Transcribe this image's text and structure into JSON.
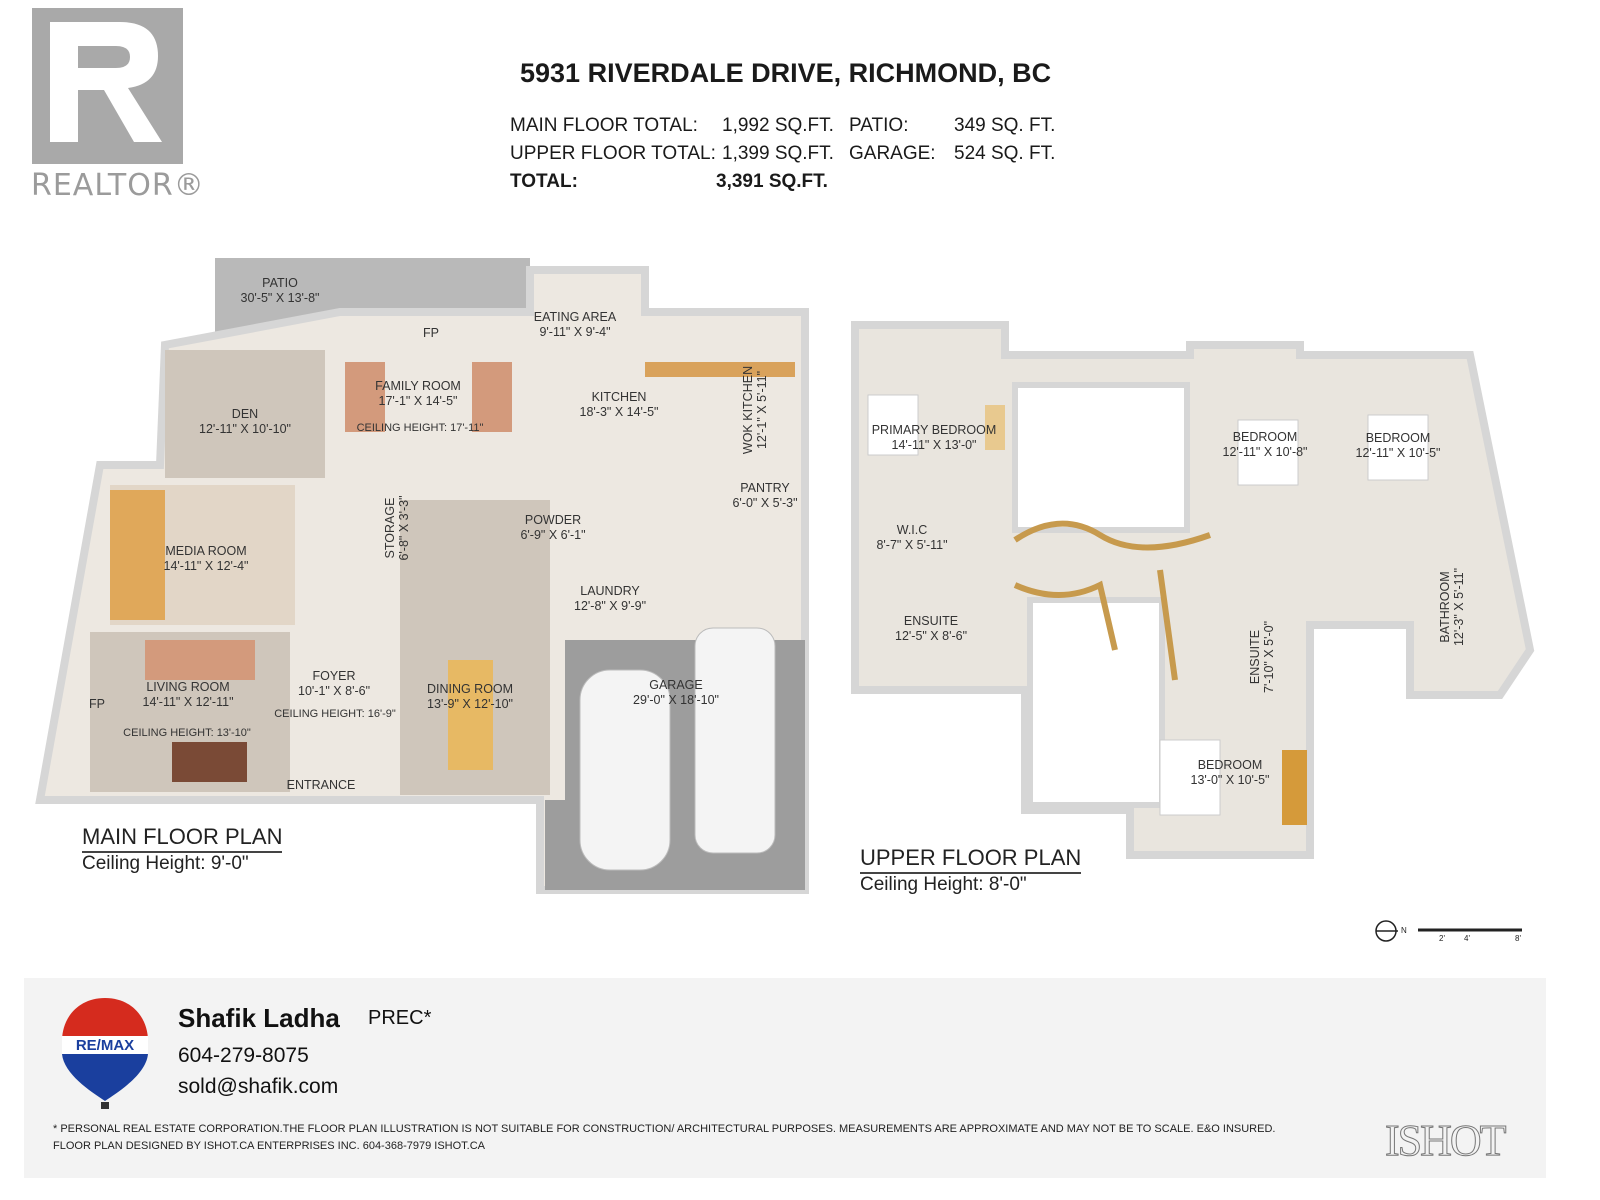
{
  "logo": {
    "realtor_text": "REALTOR®",
    "brand_color": "#a9a9a9"
  },
  "header": {
    "title": "5931 RIVERDALE DRIVE, RICHMOND, BC",
    "stats": [
      {
        "label": "MAIN FLOOR TOTAL:",
        "value": "1,992 SQ.FT."
      },
      {
        "label": "UPPER FLOOR TOTAL:",
        "value": "1,399 SQ.FT."
      },
      {
        "label": "TOTAL:",
        "value": "3,391 SQ.FT."
      },
      {
        "label": "PATIO:",
        "value": "349 SQ. FT."
      },
      {
        "label": "GARAGE:",
        "value": "524 SQ. FT."
      }
    ]
  },
  "main_floor": {
    "title": "MAIN FLOOR PLAN",
    "ceiling": "Ceiling Height: 9'-0\"",
    "rooms": [
      {
        "name": "PATIO",
        "dims": "30'-5\" X 13'-8\""
      },
      {
        "name": "FP"
      },
      {
        "name": "EATING AREA",
        "dims": "9'-11\" X 9'-4\""
      },
      {
        "name": "FAMILY ROOM",
        "dims": "17'-1\" X 14'-5\"",
        "ceiling": "CEILING HEIGHT: 17'-11\""
      },
      {
        "name": "KITCHEN",
        "dims": "18'-3\" X 14'-5\""
      },
      {
        "name": "WOK KITCHEN",
        "dims": "12'-1\" X 5'-11\""
      },
      {
        "name": "DEN",
        "dims": "12'-11\" X 10'-10\""
      },
      {
        "name": "PANTRY",
        "dims": "6'-0\" X 5'-3\""
      },
      {
        "name": "STORAGE",
        "dims": "6'-8\" X 3'-3\""
      },
      {
        "name": "POWDER",
        "dims": "6'-9\" X 6'-1\""
      },
      {
        "name": "MEDIA ROOM",
        "dims": "14'-11\" X 12'-4\""
      },
      {
        "name": "LAUNDRY",
        "dims": "12'-8\" X 9'-9\""
      },
      {
        "name": "FOYER",
        "dims": "10'-1\" X 8'-6\"",
        "ceiling": "CEILING HEIGHT: 16'-9\""
      },
      {
        "name": "LIVING ROOM",
        "dims": "14'-11\" X 12'-11\"",
        "ceiling": "CEILING HEIGHT: 13'-10\""
      },
      {
        "name": "FP"
      },
      {
        "name": "DINING ROOM",
        "dims": "13'-9\" X 12'-10\""
      },
      {
        "name": "GARAGE",
        "dims": "29'-0\" X 18'-10\""
      },
      {
        "name": "ENTRANCE"
      }
    ]
  },
  "upper_floor": {
    "title": "UPPER FLOOR PLAN",
    "ceiling": "Ceiling Height: 8'-0\"",
    "rooms": [
      {
        "name": "PRIMARY BEDROOM",
        "dims": "14'-11\" X 13'-0\""
      },
      {
        "name": "W.I.C",
        "dims": "8'-7\" X 5'-11\""
      },
      {
        "name": "ENSUITE",
        "dims": "12'-5\" X 8'-6\""
      },
      {
        "name": "BEDROOM",
        "dims": "12'-11\" X 10'-8\""
      },
      {
        "name": "BEDROOM",
        "dims": "12'-11\" X 10'-5\""
      },
      {
        "name": "BATHROOM",
        "dims": "12'-3\" X 5'-11\""
      },
      {
        "name": "ENSUITE",
        "dims": "7'-10\" X 5'-0\""
      },
      {
        "name": "BEDROOM",
        "dims": "13'-0\" X 10'-5\""
      }
    ]
  },
  "scale": {
    "north": "N",
    "ticks": [
      "2'",
      "4'",
      "8'"
    ]
  },
  "footer": {
    "brand": "RE/MAX",
    "agent_name": "Shafik Ladha",
    "designation": "PREC*",
    "phone": "604-279-8075",
    "email": "sold@shafik.com",
    "disclaimer": "* PERSONAL REAL ESTATE CORPORATION.THE FLOOR PLAN ILLUSTRATION IS NOT SUITABLE FOR CONSTRUCTION/ ARCHITECTURAL PURPOSES. MEASUREMENTS ARE APPROXIMATE AND MAY NOT BE TO SCALE. E&O INSURED.",
    "designer": "FLOOR PLAN DESIGNED BY ISHOT.CA ENTERPRISES INC. 604-368-7979  ISHOT.CA",
    "designer_logo": "ISHOT",
    "colors": {
      "red": "#d52b1e",
      "blue": "#1a3f9e"
    }
  }
}
